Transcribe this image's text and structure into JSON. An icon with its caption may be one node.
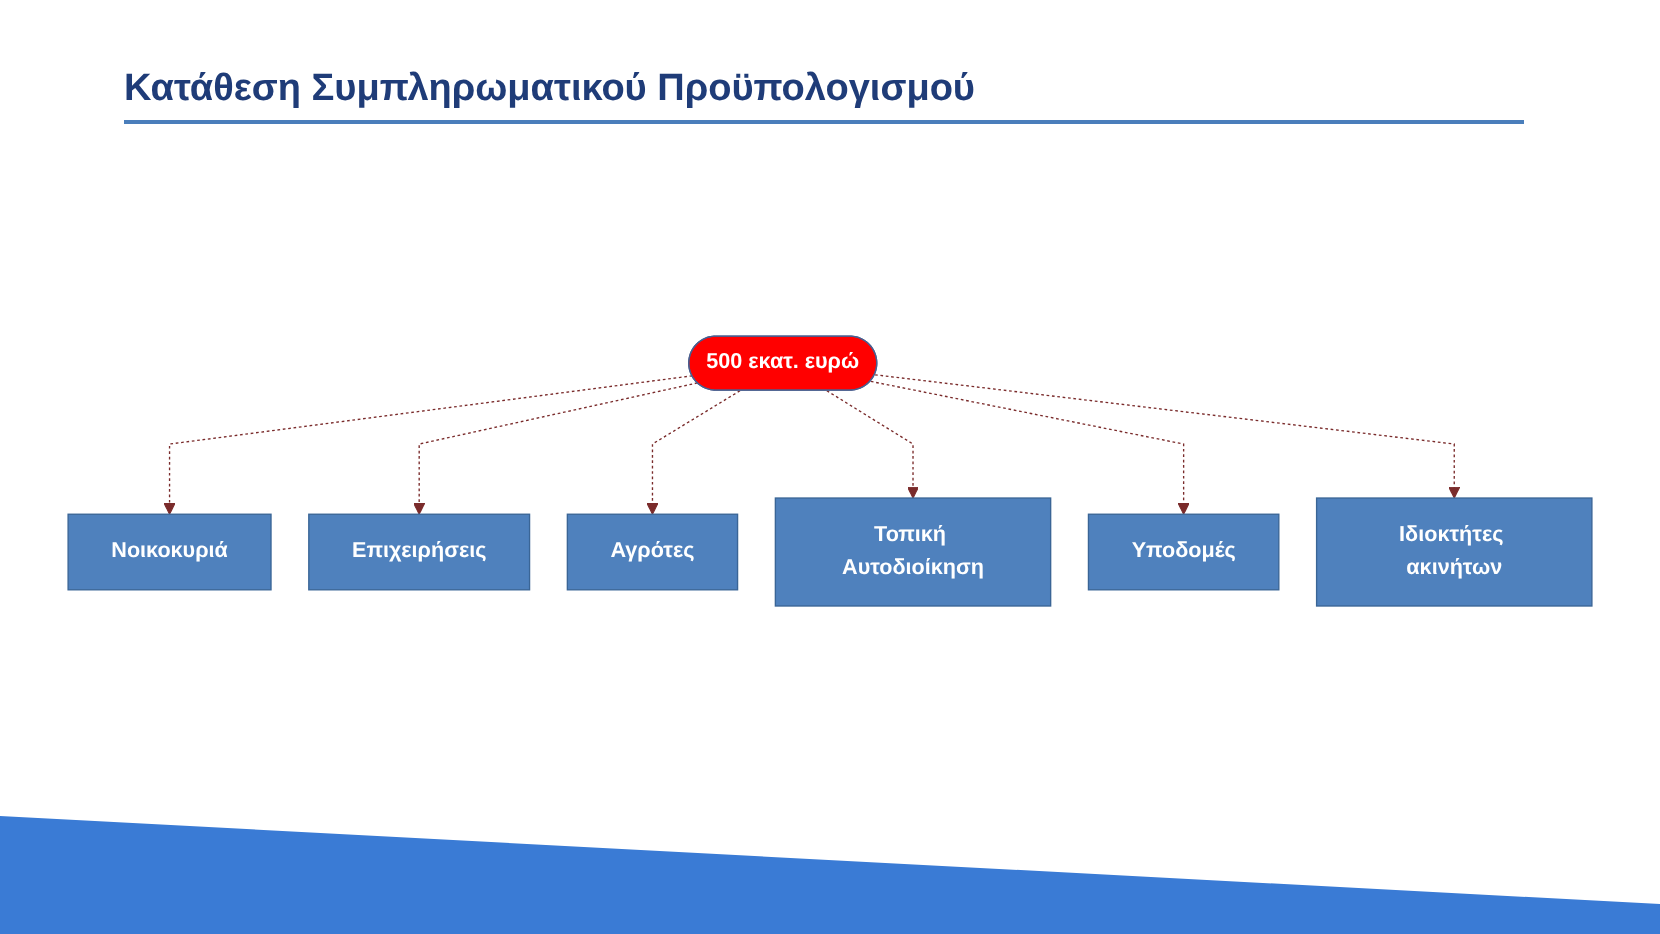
{
  "diagram": {
    "title": "Κατάθεση Συμπληρωματικού Προϋπολογισμού",
    "nodes": [
      {
        "text": [
          "Νοικοκυριά"
        ]
      },
      {
        "text": [
          "Επιχειρήσεις"
        ]
      },
      {
        "text": [
          "Αγρότες"
        ]
      },
      {
        "text": [
          "500 εκατ. ευρώ"
        ]
      },
      {
        "text": [
          "Τοπική Αυτοδιοίκηση"
        ]
      },
      {
        "text": [
          "Υποδομές"
        ]
      },
      {
        "text": [
          "Ιδιοκτήτες ακινήτων"
        ]
      }
    ],
    "edges": [
      {
        "from": 3,
        "to": 0,
        "arrow": "to",
        "style": "dashed"
      },
      {
        "from": 3,
        "to": 1,
        "arrow": "to",
        "style": "dashed"
      },
      {
        "from": 3,
        "to": 2,
        "arrow": "to",
        "style": "dashed"
      },
      {
        "from": 3,
        "to": 4,
        "arrow": "to",
        "style": "dashed"
      },
      {
        "from": 3,
        "to": 5,
        "arrow": "to",
        "style": "dashed"
      },
      {
        "from": 3,
        "to": 6,
        "arrow": "to",
        "style": "dashed"
      }
    ]
  }
}
